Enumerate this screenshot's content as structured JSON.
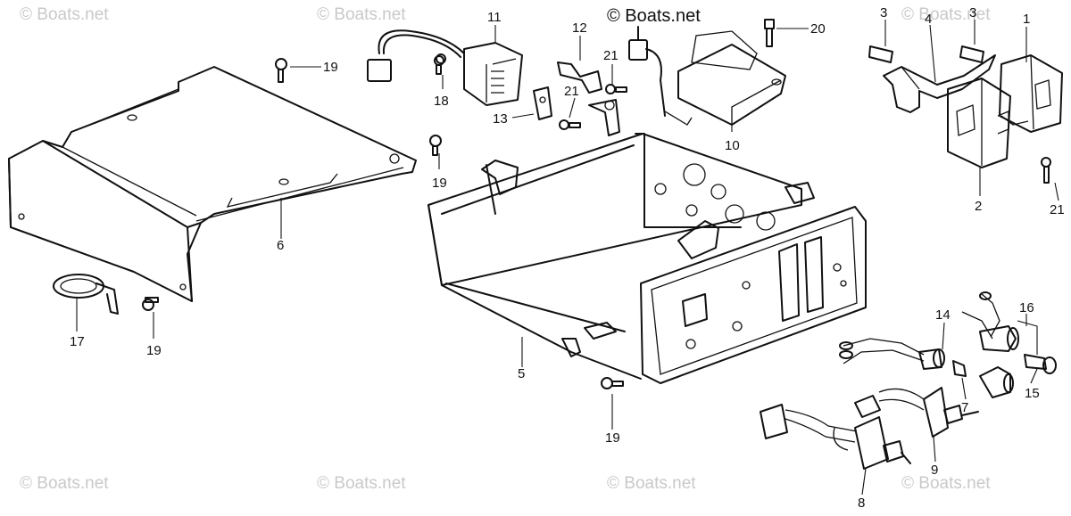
{
  "watermark": {
    "text": "© Boats.net",
    "main_text": "© Boats.net"
  },
  "callouts": {
    "c1": "1",
    "c2": "2",
    "c3a": "3",
    "c3b": "3",
    "c4": "4",
    "c5": "5",
    "c6": "6",
    "c7": "7",
    "c8": "8",
    "c9": "9",
    "c10": "10",
    "c11": "11",
    "c12": "12",
    "c13": "13",
    "c14": "14",
    "c15": "15",
    "c16": "16",
    "c17": "17",
    "c18": "18",
    "c19a": "19",
    "c19b": "19",
    "c19c": "19",
    "c19d": "19",
    "c20": "20",
    "c21a": "21",
    "c21b": "21",
    "c21c": "21"
  }
}
